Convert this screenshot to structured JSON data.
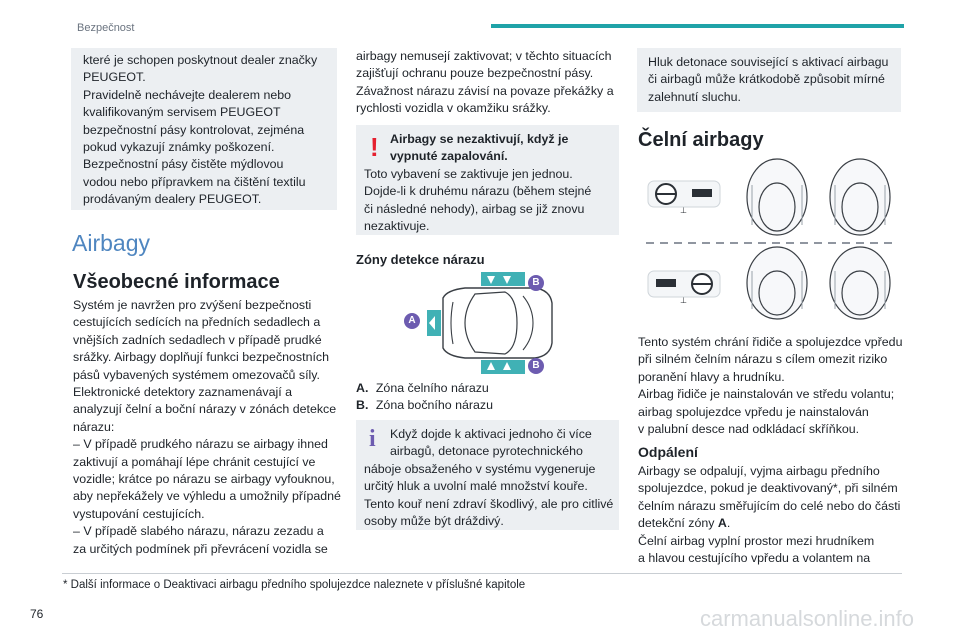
{
  "header": {
    "section": "Bezpečnost",
    "accent_color": "#1fa3a8"
  },
  "page_number": "76",
  "col1": {
    "box_lines": [
      "které je schopen poskytnout dealer značky",
      "PEUGEOT.",
      "Pravidelně nechávejte dealerem nebo",
      "kvalifikovaným servisem PEUGEOT",
      "bezpečnostní pásy kontrolovat, zejména",
      "pokud vykazují známky poškození.",
      "Bezpečnostní pásy čistěte mýdlovou",
      "vodou nebo přípravkem na čištění textilu",
      "prodávaným dealery PEUGEOT."
    ],
    "heading_airbagy": "Airbagy",
    "heading_general": "Všeobecné informace",
    "body_lines": [
      "Systém je navržen pro zvýšení bezpečnosti",
      "cestujících sedících na předních sedadlech a",
      "vnějších zadních sedadlech v případě prudké",
      "srážky. Airbagy doplňují funkci bezpečnostních",
      "pásů vybavených systémem omezovačů síly.",
      "Elektronické detektory zaznamenávají a",
      "analyzují čelní a boční nárazy v zónách detekce",
      "nárazu:",
      "–  V případě prudkého nárazu se airbagy ihned",
      "zaktivují a pomáhají lépe chránit cestující ve",
      "vozidle; krátce po nárazu se airbagy vyfouknou,",
      "aby nepřekážely ve výhledu a umožnily případné",
      "vystupování cestujících.",
      "–  V případě slabého nárazu, nárazu zezadu a",
      "za určitých podmínek při převrácení vozidla se"
    ]
  },
  "col2": {
    "top_lines": [
      "airbagy nemusejí zaktivovat; v těchto situacích",
      "zajišťují ochranu pouze bezpečnostní pásy.",
      "Závažnost nárazu závisí na povaze překážky a",
      "rychlosti vozidla v okamžiku srážky."
    ],
    "warn_title_1": "Airbagy se nezaktivují, když je",
    "warn_title_2": "vypnuté zapalování.",
    "warn_lines": [
      "Toto vybavení se zaktivuje jen jednou.",
      "Dojde-li k druhému nárazu (během stejné",
      "či následné nehody), airbag se již znovu",
      "nezaktivuje."
    ],
    "zones_heading": "Zóny detekce nárazu",
    "zone_a_letter": "A",
    "zone_b_letter": "B",
    "legend_a_key": "A.",
    "legend_a_text": "Zóna čelního nárazu",
    "legend_b_key": "B.",
    "legend_b_text": "Zóna bočního nárazu",
    "info_lines": [
      "Když dojde k aktivaci jednoho či více",
      "airbagů, detonace pyrotechnického",
      "náboje obsaženého v systému vygeneruje",
      "určitý hluk a uvolní malé množství kouře.",
      "Tento kouř není zdraví škodlivý, ale pro citlivé",
      "osoby může být dráždivý."
    ]
  },
  "col3": {
    "box_lines": [
      "Hluk detonace související s aktivací airbagu",
      "či airbagů může krátkodobě způsobit mírné",
      "zalehnutí sluchu."
    ],
    "heading_front": "Čelní airbagy",
    "body_lines": [
      "Tento systém chrání řidiče a spolujezdce vpředu",
      "při silném čelním nárazu s cílem omezit riziko",
      "poranění hlavy a hrudníku.",
      "Airbag řidiče je nainstalován ve středu volantu;",
      "airbag spolujezdce vpředu je nainstalován",
      "v palubní desce nad odkládací skříňkou."
    ],
    "heading_deploy": "Odpálení",
    "deploy_lines": [
      "Airbagy se odpalují, vyjma airbagu předního",
      "spolujezdce, pokud je deaktivovaný*, při silném",
      "čelním nárazu směřujícím do celé nebo do části"
    ],
    "deploy_zone_prefix": "detekční zóny ",
    "deploy_zone_letter": "A",
    "deploy_zone_suffix": ".",
    "deploy_lines_2": [
      "Čelní airbag vyplní prostor mezi hrudníkem",
      "a hlavou cestujícího vpředu a volantem na"
    ]
  },
  "footnote": "* Další informace o Deaktivaci airbagu předního spolujezdce naleznete v příslušné kapitole",
  "watermark": "carmanualsonline.info"
}
